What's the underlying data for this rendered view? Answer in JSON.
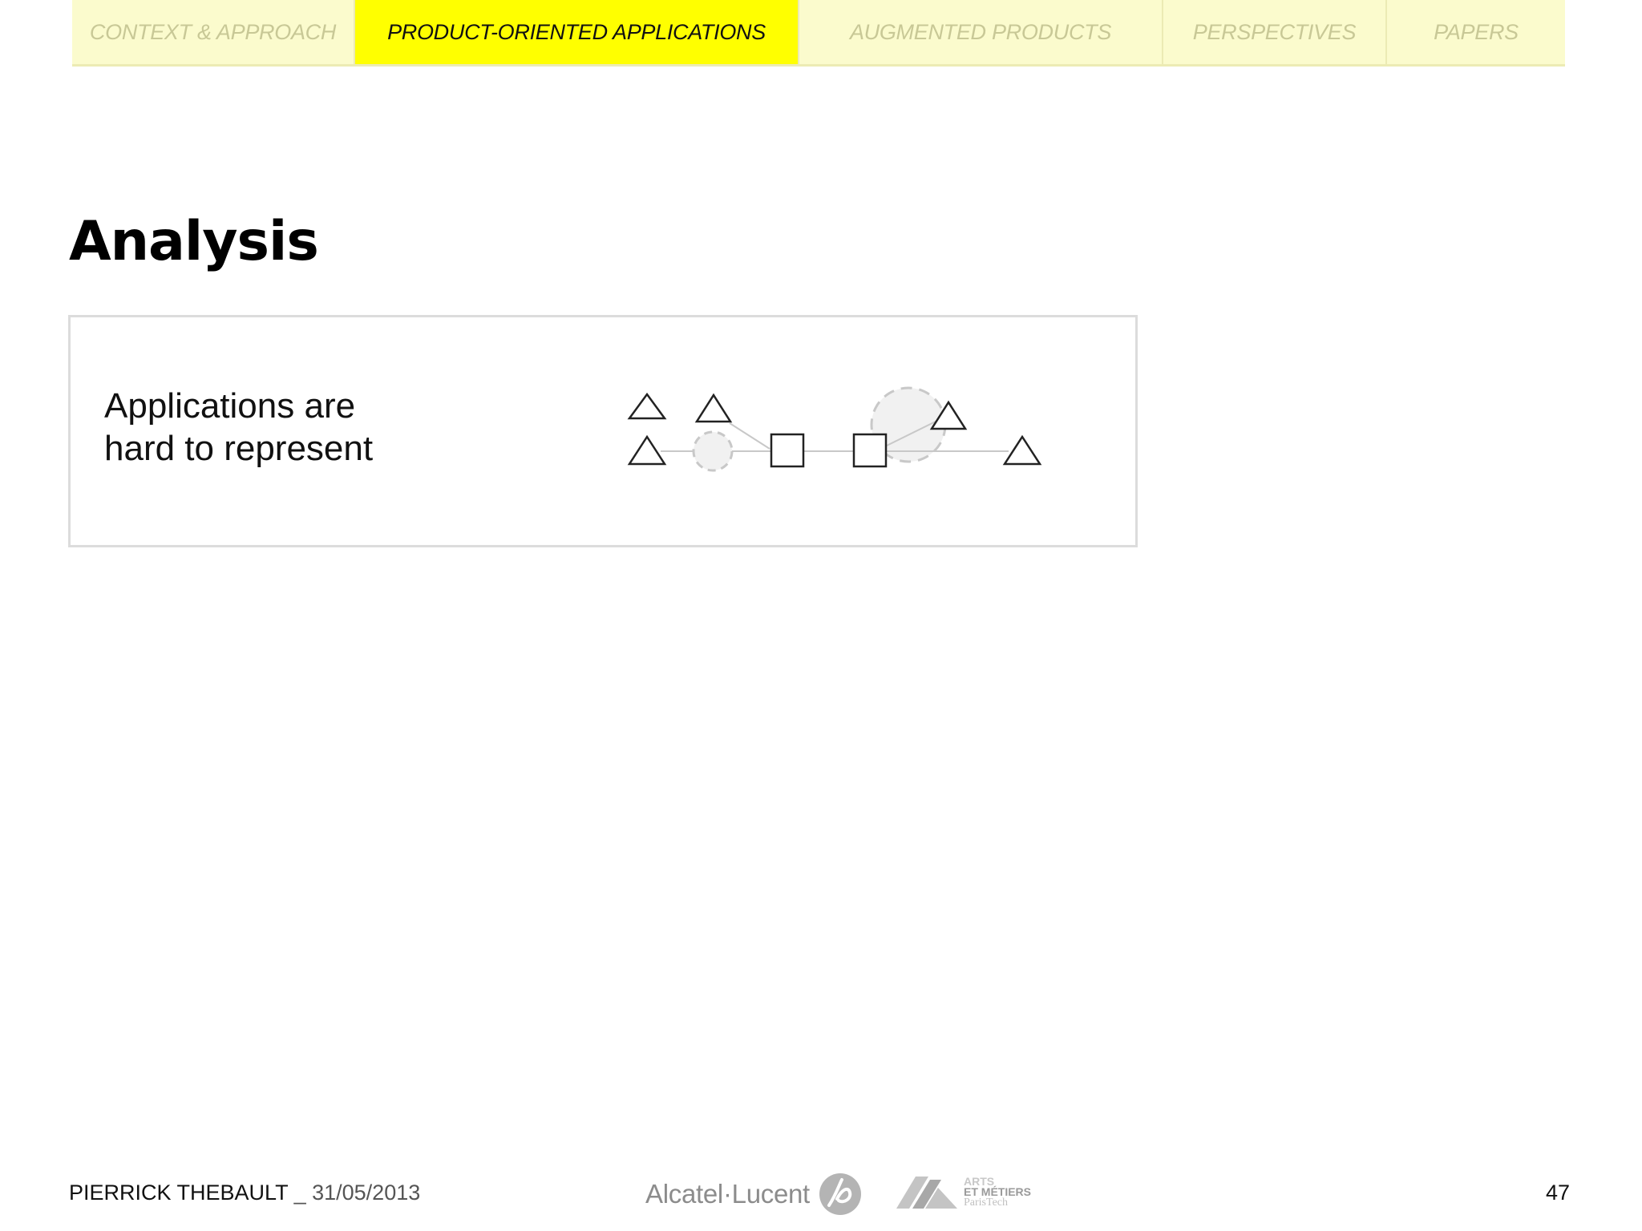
{
  "nav": {
    "tabs": [
      {
        "label": "CONTEXT & APPROACH",
        "active": false
      },
      {
        "label": "PRODUCT-ORIENTED APPLICATIONS",
        "active": true
      },
      {
        "label": "AUGMENTED PRODUCTS",
        "active": false
      },
      {
        "label": "PERSPECTIVES",
        "active": false
      },
      {
        "label": "PAPERS",
        "active": false
      }
    ]
  },
  "slide": {
    "title": "Analysis",
    "box": {
      "text_line1": "Applications are",
      "text_line2": "hard to represent"
    }
  },
  "footer": {
    "author": "PIERRICK THEBAULT",
    "separator": " _ ",
    "date": "31/05/2013",
    "page_number": "47",
    "logo_alcatel": "Alcatel·Lucent",
    "logo_arts_line1": "ARTS",
    "logo_arts_line2": "ET MÉTIERS",
    "logo_arts_line3": "ParisTech"
  },
  "colors": {
    "nav_inactive_bg": "#fbfbcd",
    "nav_active_bg": "#ffff00",
    "nav_inactive_text": "#c8c896",
    "diagram_line": "#c8c8c8",
    "dashed_circle_fill": "#f1f1f1"
  },
  "icons": [
    "triangle-node",
    "square-node",
    "dashed-circle",
    "alcatel-lucent-logo",
    "arts-et-metiers-logo"
  ]
}
